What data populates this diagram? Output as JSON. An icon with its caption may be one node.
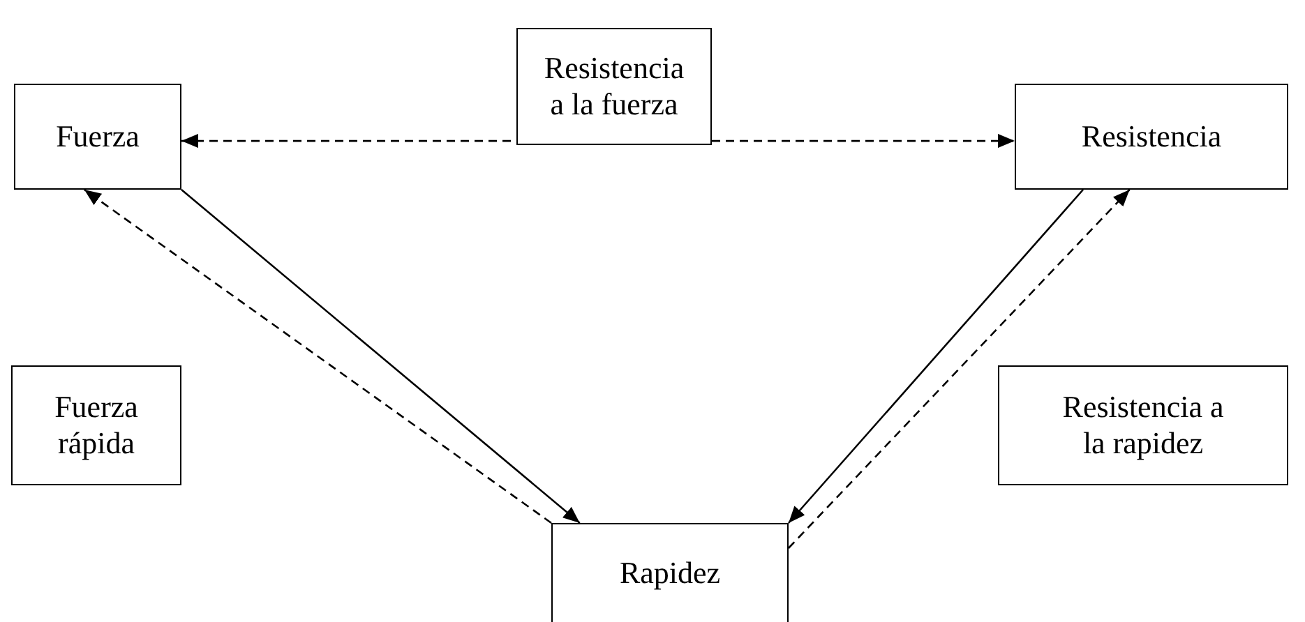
{
  "diagram": {
    "nodes": [
      {
        "text": [
          "Fuerza"
        ]
      },
      {
        "text": [
          "Resistencia a la fuerza"
        ]
      },
      {
        "text": [
          "Resistencia"
        ]
      },
      {
        "text": [
          "Fuerza rápida"
        ]
      },
      {
        "text": [
          "Resistencia a la rapidez"
        ]
      },
      {
        "text": [
          "Rapidez"
        ]
      }
    ],
    "edges": [
      {
        "from": 0,
        "to": 2,
        "arrow": "both",
        "style": "dashed"
      },
      {
        "from": 0,
        "to": 5,
        "arrow": "to"
      },
      {
        "from": 5,
        "to": 0,
        "arrow": "to",
        "style": "dashed"
      },
      {
        "from": 2,
        "to": 5,
        "arrow": "to"
      },
      {
        "from": 5,
        "to": 2,
        "arrow": "to",
        "style": "dashed"
      }
    ]
  }
}
